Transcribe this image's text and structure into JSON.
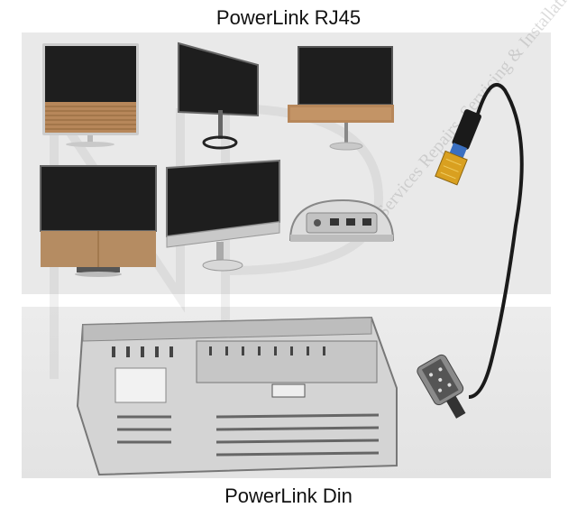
{
  "top_title": "PowerLink RJ45",
  "bottom_title": "PowerLink Din",
  "watermark": "NP Services Repairs, Servicing & Installations",
  "colors": {
    "panel": "#e9e9e9",
    "screen": "#1e1e1e",
    "wood": "#b7875a",
    "silver": "#c9c9c9",
    "cable": "#1a1a1a",
    "plug_gold": "#d9a020",
    "plug_blue": "#3a6fc0"
  },
  "icons": [
    "tv-icon",
    "monitor-icon",
    "speaker-hub-icon",
    "rj45-plug-icon",
    "din-plug-icon",
    "chassis-icon"
  ]
}
